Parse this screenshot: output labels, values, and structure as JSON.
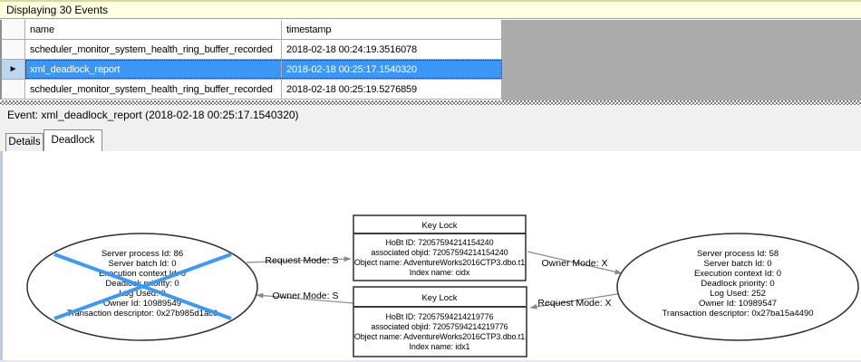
{
  "colors": {
    "selection_blue": "#3B97F7",
    "selector_blue": "#B9D7F0",
    "victim_blue": "#3B99FC",
    "banner_bg": "#FFFFE1",
    "banner_border": "#DCD79E",
    "unused_gray": "#ABABAB",
    "grid_line": "#ACACAC",
    "edge_gray": "#8A8A8A",
    "pane_edge": "#BFC9E0"
  },
  "banner": {
    "title": "Displaying 30 Events"
  },
  "grid": {
    "columns": {
      "name": "name",
      "timestamp": "timestamp"
    },
    "row_indicator": "►",
    "rows": [
      {
        "name": "scheduler_monitor_system_health_ring_buffer_recorded",
        "timestamp": "2018-02-18 00:24:19.3516078"
      },
      {
        "name": "xml_deadlock_report",
        "timestamp": "2018-02-18 00:25:17.1540320"
      },
      {
        "name": "scheduler_monitor_system_health_ring_buffer_recorded",
        "timestamp": "2018-02-18 00:25:19.5276859"
      }
    ]
  },
  "event_bar": {
    "text": "Event: xml_deadlock_report (2018-02-18 00:25:17.1540320)"
  },
  "tabs": {
    "details": "Details",
    "deadlock": "Deadlock"
  },
  "deadlock_graph": {
    "victim_process": {
      "lines": [
        "Server process Id: 86",
        "Server batch Id: 0",
        "Execution context Id: 0",
        "Deadlock priority: 0",
        "Log Used: 0",
        "Owner Id: 10989549",
        "Transaction descriptor: 0x27b985d1ac0"
      ]
    },
    "owner_process": {
      "lines": [
        "Server process Id: 58",
        "Server batch Id: 0",
        "Execution context Id: 0",
        "Deadlock priority: 0",
        "Log Used: 252",
        "Owner Id: 10989547",
        "Transaction descriptor: 0x27ba15a4490"
      ]
    },
    "resource_top": {
      "title": "Key Lock",
      "lines": [
        "HoBt ID: 72057594214154240",
        "associated objid: 72057594214154240",
        "Object name: AdventureWorks2016CTP3.dbo.t1",
        "Index name: cidx"
      ]
    },
    "resource_bottom": {
      "title": "Key Lock",
      "lines": [
        "HoBt ID: 72057594214219776",
        "associated objid: 72057594214219776",
        "Object name: AdventureWorks2016CTP3.dbo.t1",
        "Index name: idx1"
      ]
    },
    "edge_labels": {
      "request_s": "Request Mode: S",
      "owner_s": "Owner Mode: S",
      "owner_x": "Owner Mode: X",
      "request_x": "Request Mode: X"
    }
  }
}
